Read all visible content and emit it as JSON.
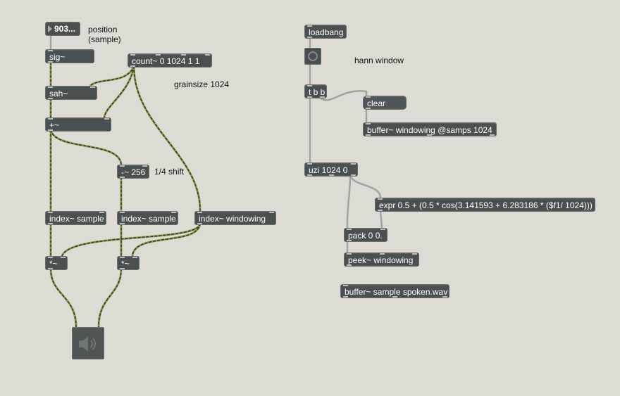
{
  "number_box": {
    "value": "903..."
  },
  "comments": {
    "position": "position\n(sample)",
    "grainsize": "grainsize 1024",
    "shift": "1/4 shift",
    "hann": "hann window"
  },
  "objects": {
    "sig": "sig~",
    "count": "count~ 0 1024 1 1",
    "sah": "sah~",
    "plus": "+~",
    "minus": "-~ 256",
    "index_sample_1": "index~ sample",
    "index_sample_2": "index~ sample",
    "index_windowing": "index~ windowing",
    "times_1": "*~",
    "times_2": "*~",
    "loadbang": "loadbang",
    "tbb": "t b b",
    "clear": "clear",
    "buffer_windowing": "buffer~ windowing @samps 1024",
    "uzi": "uzi 1024 0",
    "expr": "expr 0.5 + (0.5 * cos(3.141593 + 6.283186 * ($f1/ 1024)))",
    "pack": "pack 0 0.",
    "peek": "peek~ windowing",
    "buffer_sample": "buffer~ sample spoken.wav"
  },
  "colors": {
    "background": "#dcdcd4",
    "object_fill": "#4a4f50",
    "signal_cord": "#8fa060",
    "signal_dash": "#3a4214",
    "control_cord": "#a0a4a2"
  },
  "icons": {
    "bang": "bang-circle-icon",
    "dac": "speaker-icon"
  }
}
